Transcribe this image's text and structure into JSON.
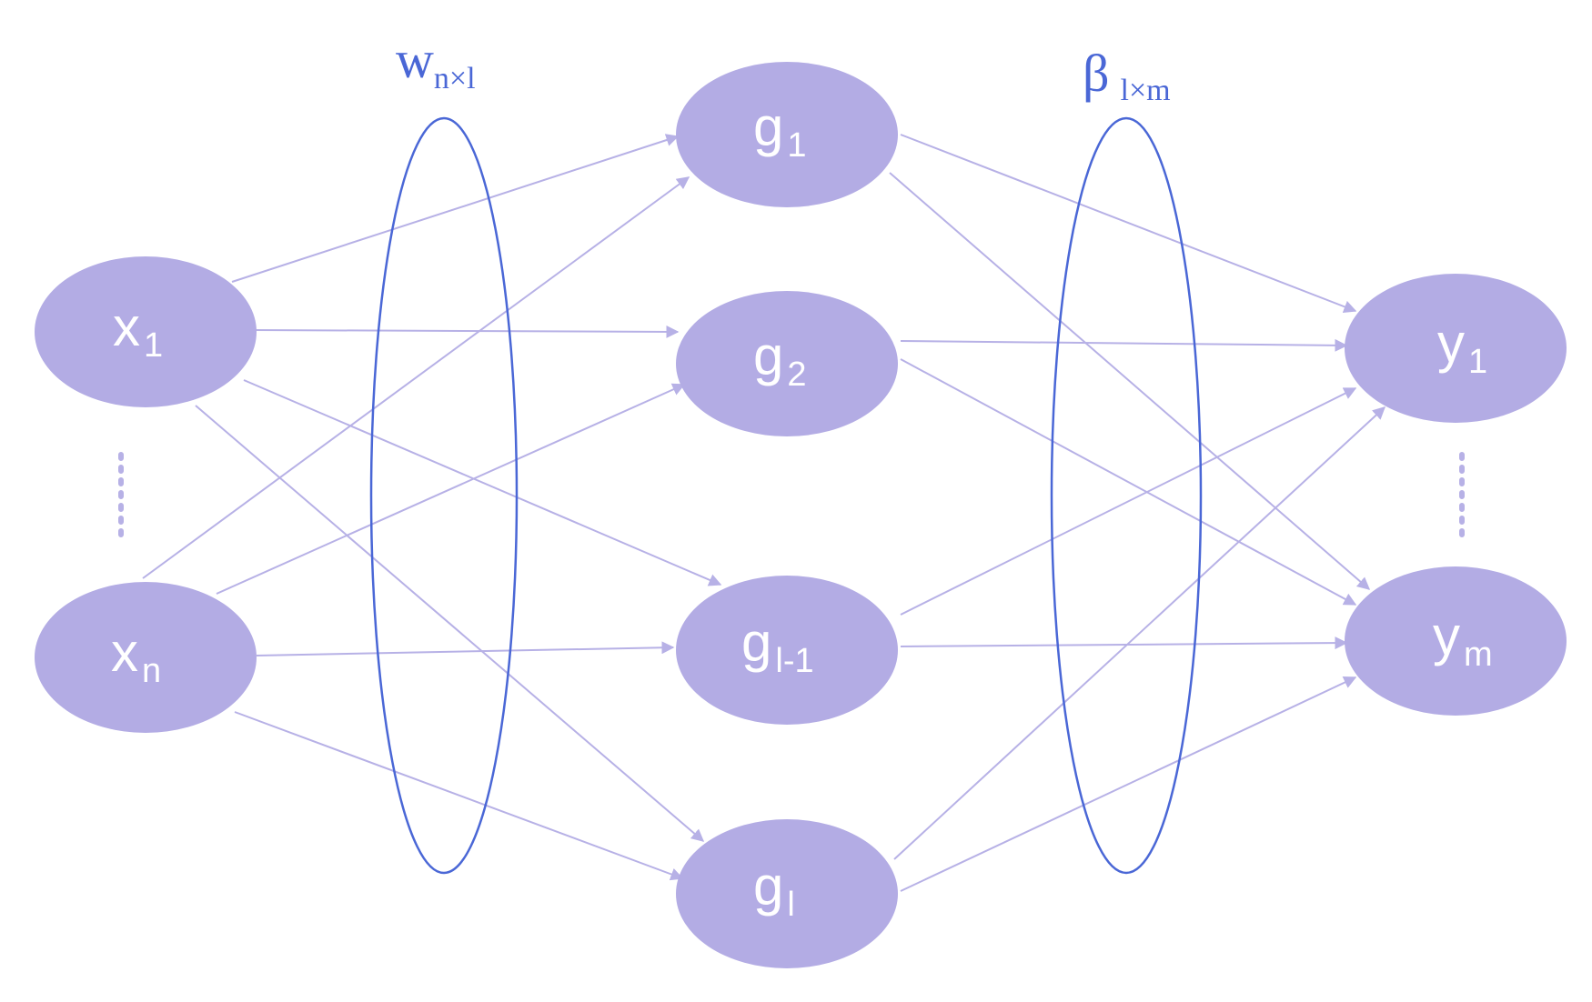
{
  "input_nodes": [
    {
      "id": "x1",
      "base": "x",
      "sub": "1"
    },
    {
      "id": "xn",
      "base": "x",
      "sub": "n"
    }
  ],
  "hidden_nodes": [
    {
      "id": "g1",
      "base": "g",
      "sub": "1"
    },
    {
      "id": "g2",
      "base": "g",
      "sub": "2"
    },
    {
      "id": "gl1",
      "base": "g",
      "sub": "l-1"
    },
    {
      "id": "gl",
      "base": "g",
      "sub": "l"
    }
  ],
  "output_nodes": [
    {
      "id": "y1",
      "base": "y",
      "sub": "1"
    },
    {
      "id": "ym",
      "base": "y",
      "sub": "m"
    }
  ],
  "weight_groups": [
    {
      "id": "w",
      "base": "w",
      "sub": "n×l"
    },
    {
      "id": "beta",
      "base": "β",
      "sub": "l×m"
    }
  ],
  "colors": {
    "node_fill": "#b3ace4",
    "edge": "#b7b1e6",
    "group_outline": "#4a67d6"
  }
}
